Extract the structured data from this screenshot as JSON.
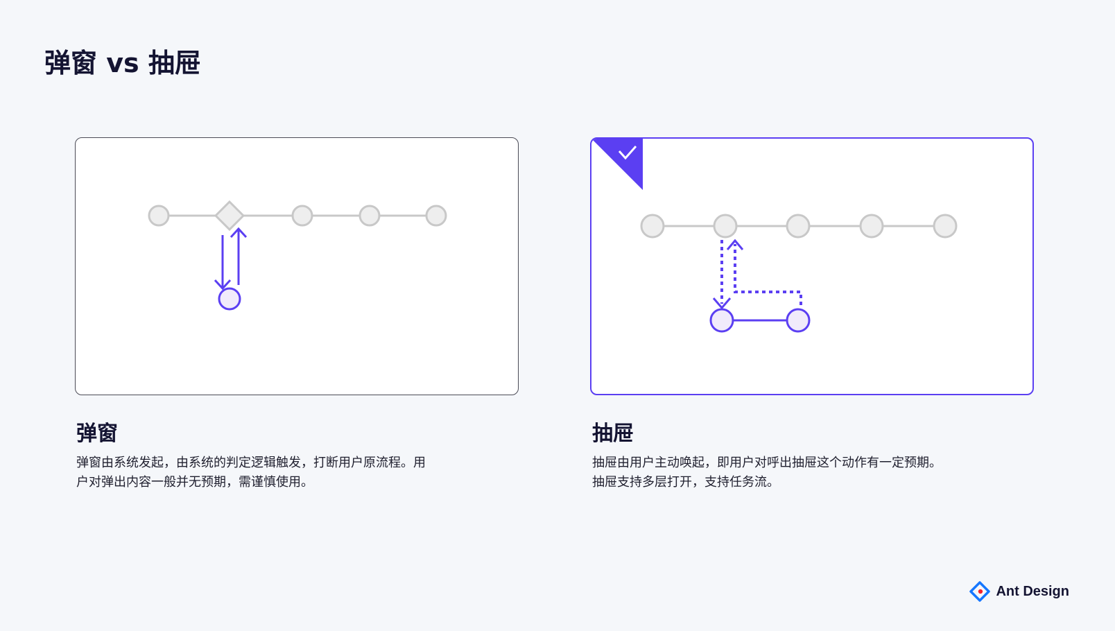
{
  "page": {
    "title": "弹窗 vs 抽屉"
  },
  "modal": {
    "heading": "弹窗",
    "description": "弹窗由系统发起，由系统的判定逻辑触发，打断用户原流程。用户对弹出内容一般并无预期，需谨慎使用。"
  },
  "drawer": {
    "heading": "抽屉",
    "description": "抽屉由用户主动唤起，即用户对呼出抽屉这个动作有一定预期。抽屉支持多层打开，支持任务流。",
    "recommended_icon": "check-icon"
  },
  "brand": {
    "name": "Ant Design",
    "logo_icon": "ant-design-logo-icon"
  },
  "colors": {
    "accent": "#5b3ff2",
    "node_fill": "#eeeeee",
    "node_stroke": "#c8c8c8",
    "node_active_fill": "#f1ebfb",
    "background": "#f5f7fa"
  }
}
